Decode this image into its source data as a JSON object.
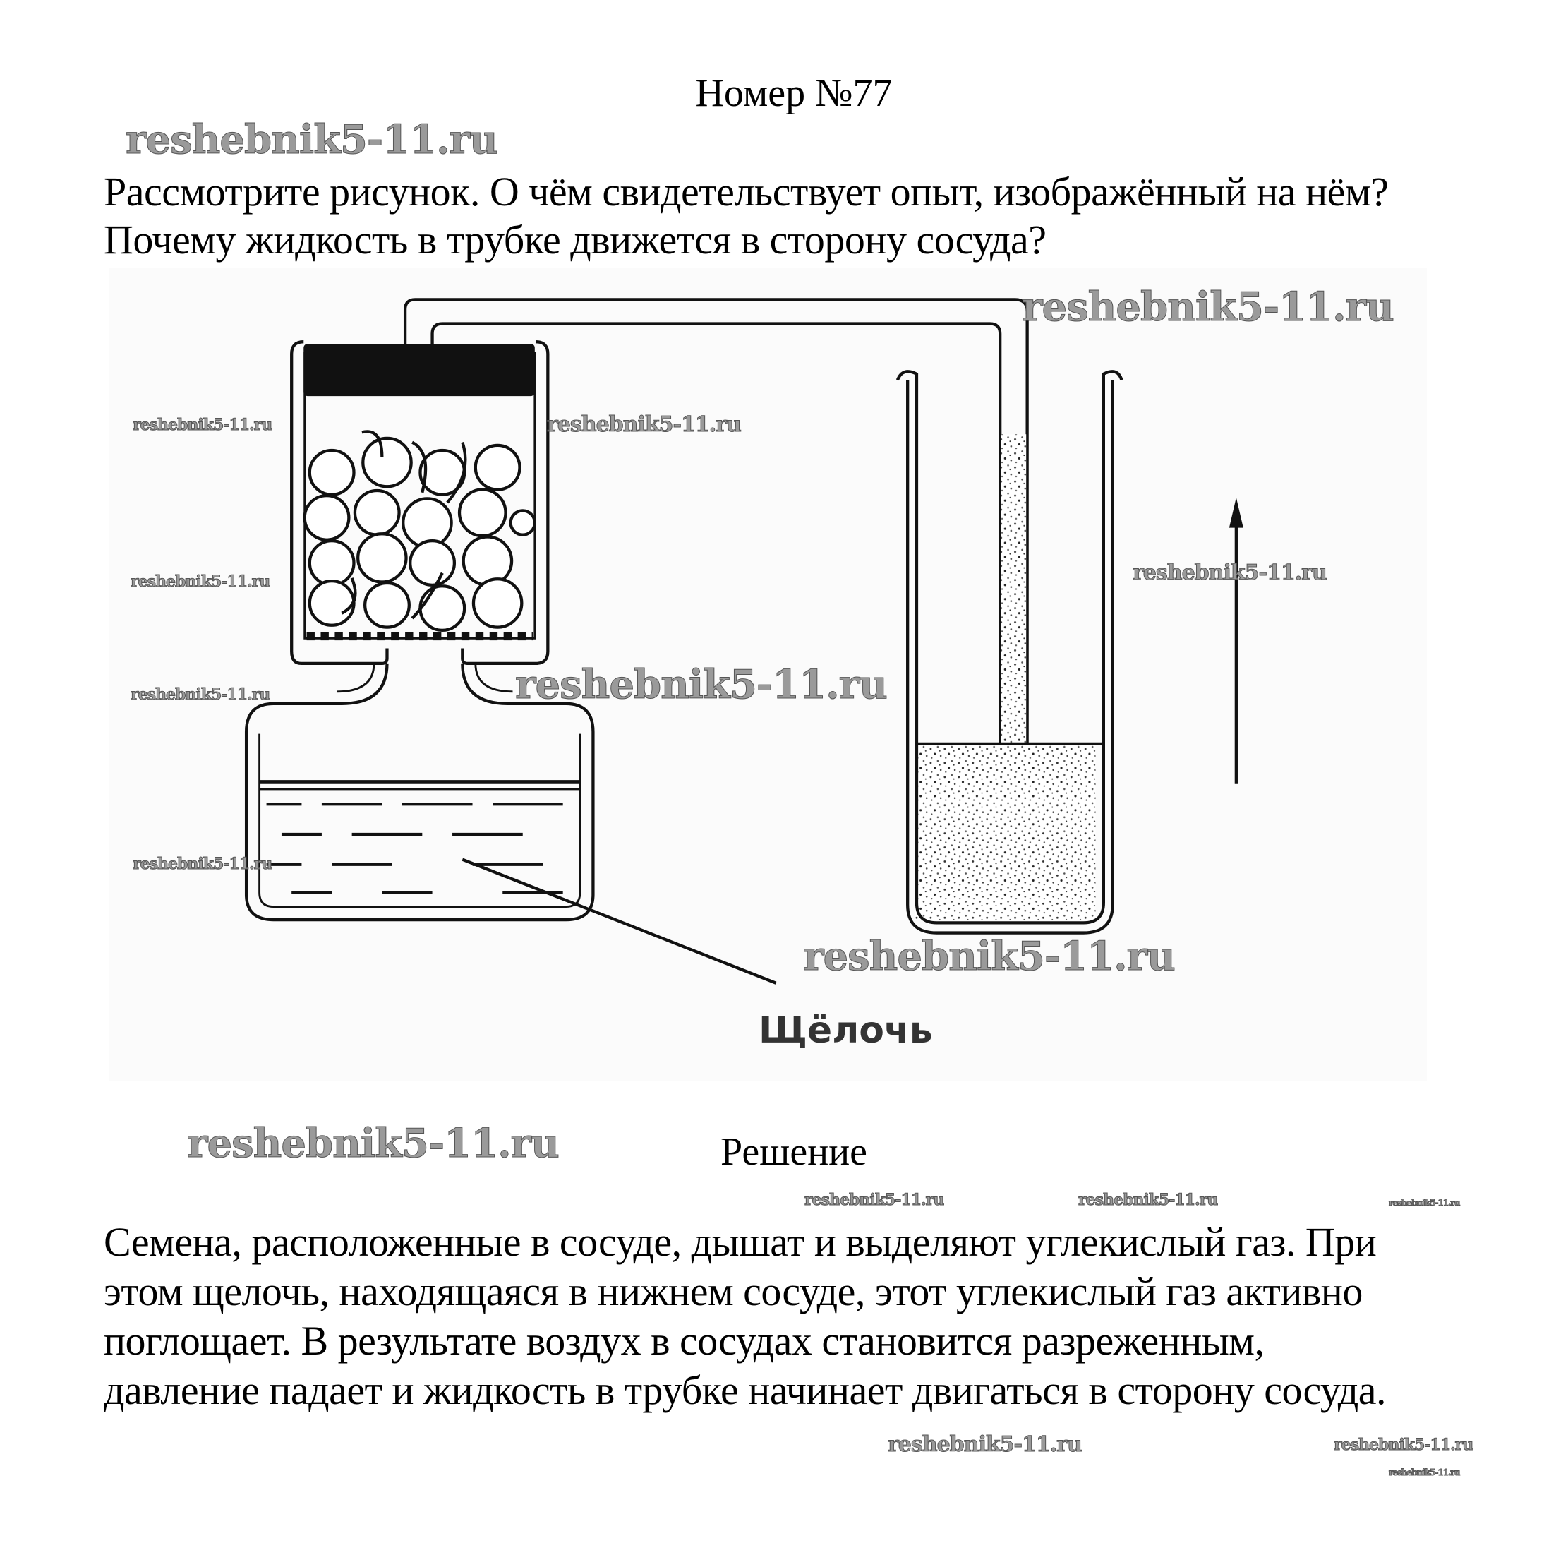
{
  "header": {
    "title": "Номер №77"
  },
  "question": {
    "lines": [
      "Рассмотрите рисунок. О чём свидетельствует опыт, изображённый на нём?",
      "Почему жидкость в трубке движется в сторону сосуда?"
    ]
  },
  "figure": {
    "label_alkali": "Щёлочь"
  },
  "solution": {
    "heading": "Решение",
    "lines": [
      "Семена, расположенные в сосуде, дышат и выделяют углекислый газ. При",
      "этом щелочь, находящаяся в нижнем сосуде, этот углекислый газ активно",
      "поглощает. В результате воздух в сосудах становится разреженным,",
      "давление падает и жидкость в трубке начинает двигаться в сторону сосуда."
    ]
  },
  "watermark": "reshebnik5-11.ru"
}
